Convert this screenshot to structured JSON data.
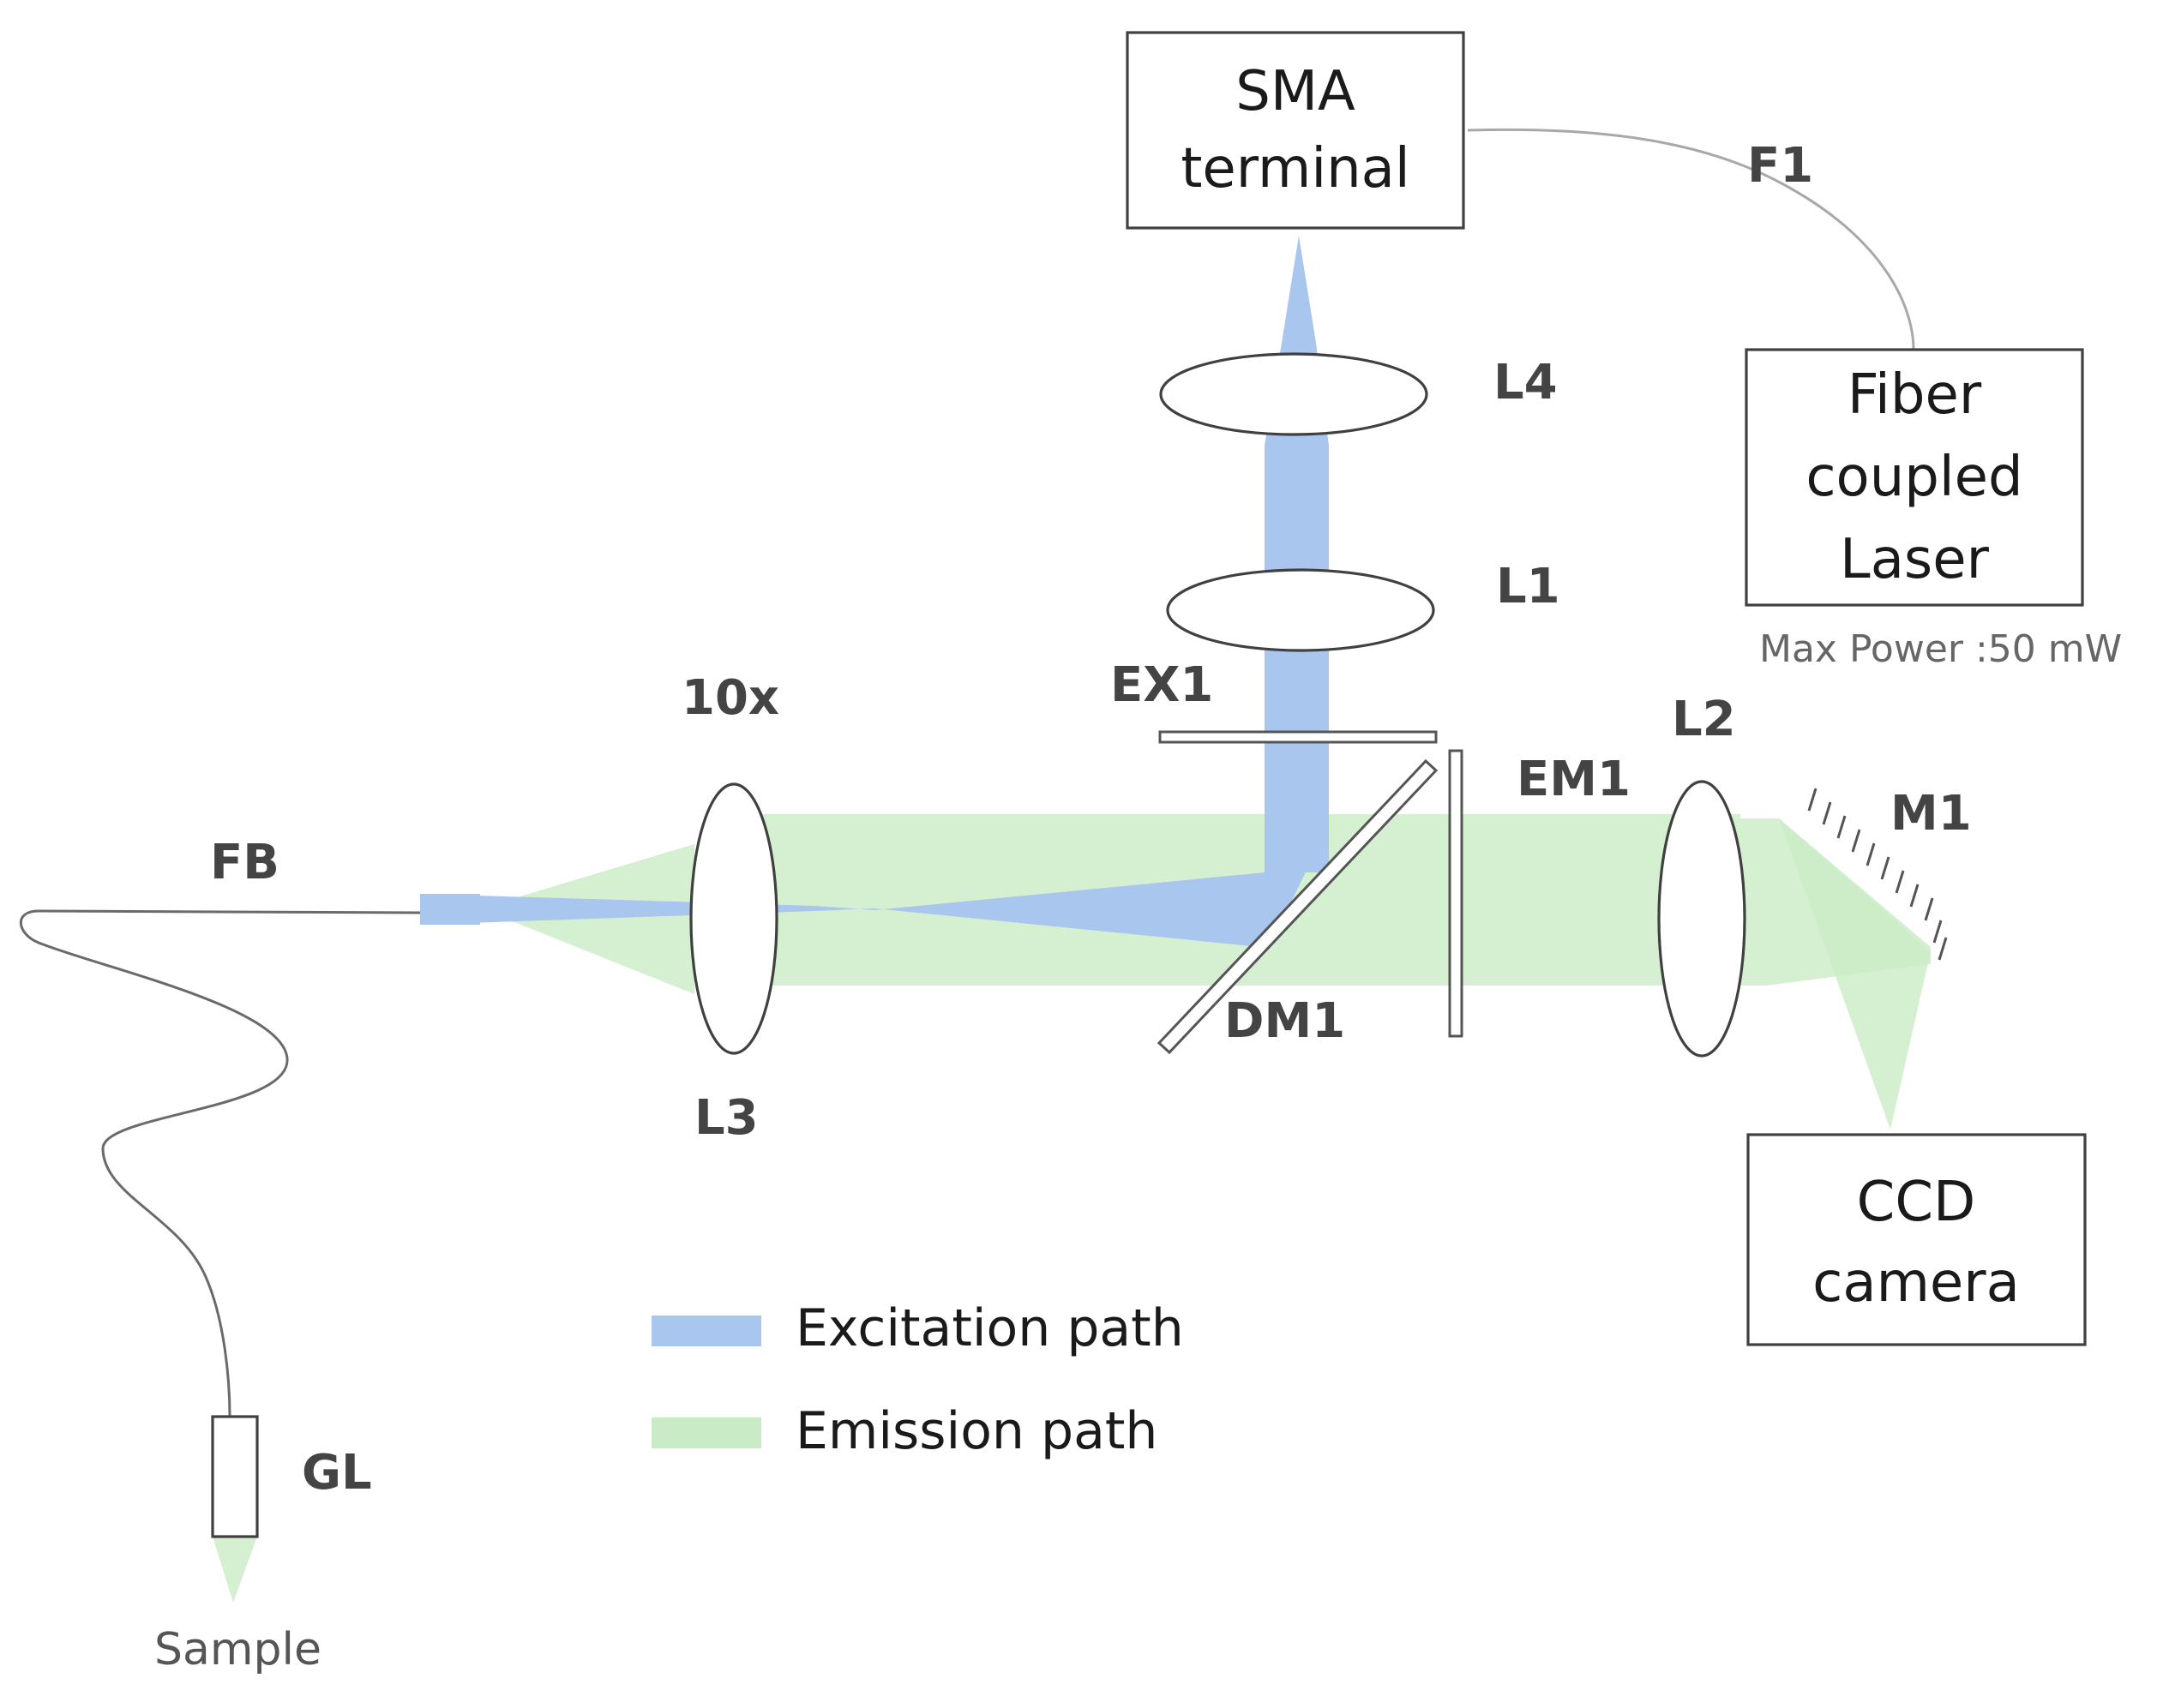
{
  "colors": {
    "excitation": "#a9c6ef",
    "emission": "#c9ecc6"
  },
  "boxes": {
    "sma_terminal": [
      "SMA",
      "terminal"
    ],
    "laser": [
      "Fiber",
      "coupled",
      "Laser"
    ],
    "ccd_camera": [
      "CCD",
      "camera"
    ]
  },
  "laser_note": "Max Power :50 mW",
  "labels": {
    "f1": "F1",
    "l4": "L4",
    "l1": "L1",
    "ex1": "EX1",
    "objective": "10x",
    "em1": "EM1",
    "l2": "L2",
    "m1": "M1",
    "fb": "FB",
    "dm1": "DM1",
    "l3": "L3",
    "gl": "GL",
    "sample": "Sample"
  },
  "legend": {
    "excitation": "Excitation path",
    "emission": "Emission path"
  }
}
